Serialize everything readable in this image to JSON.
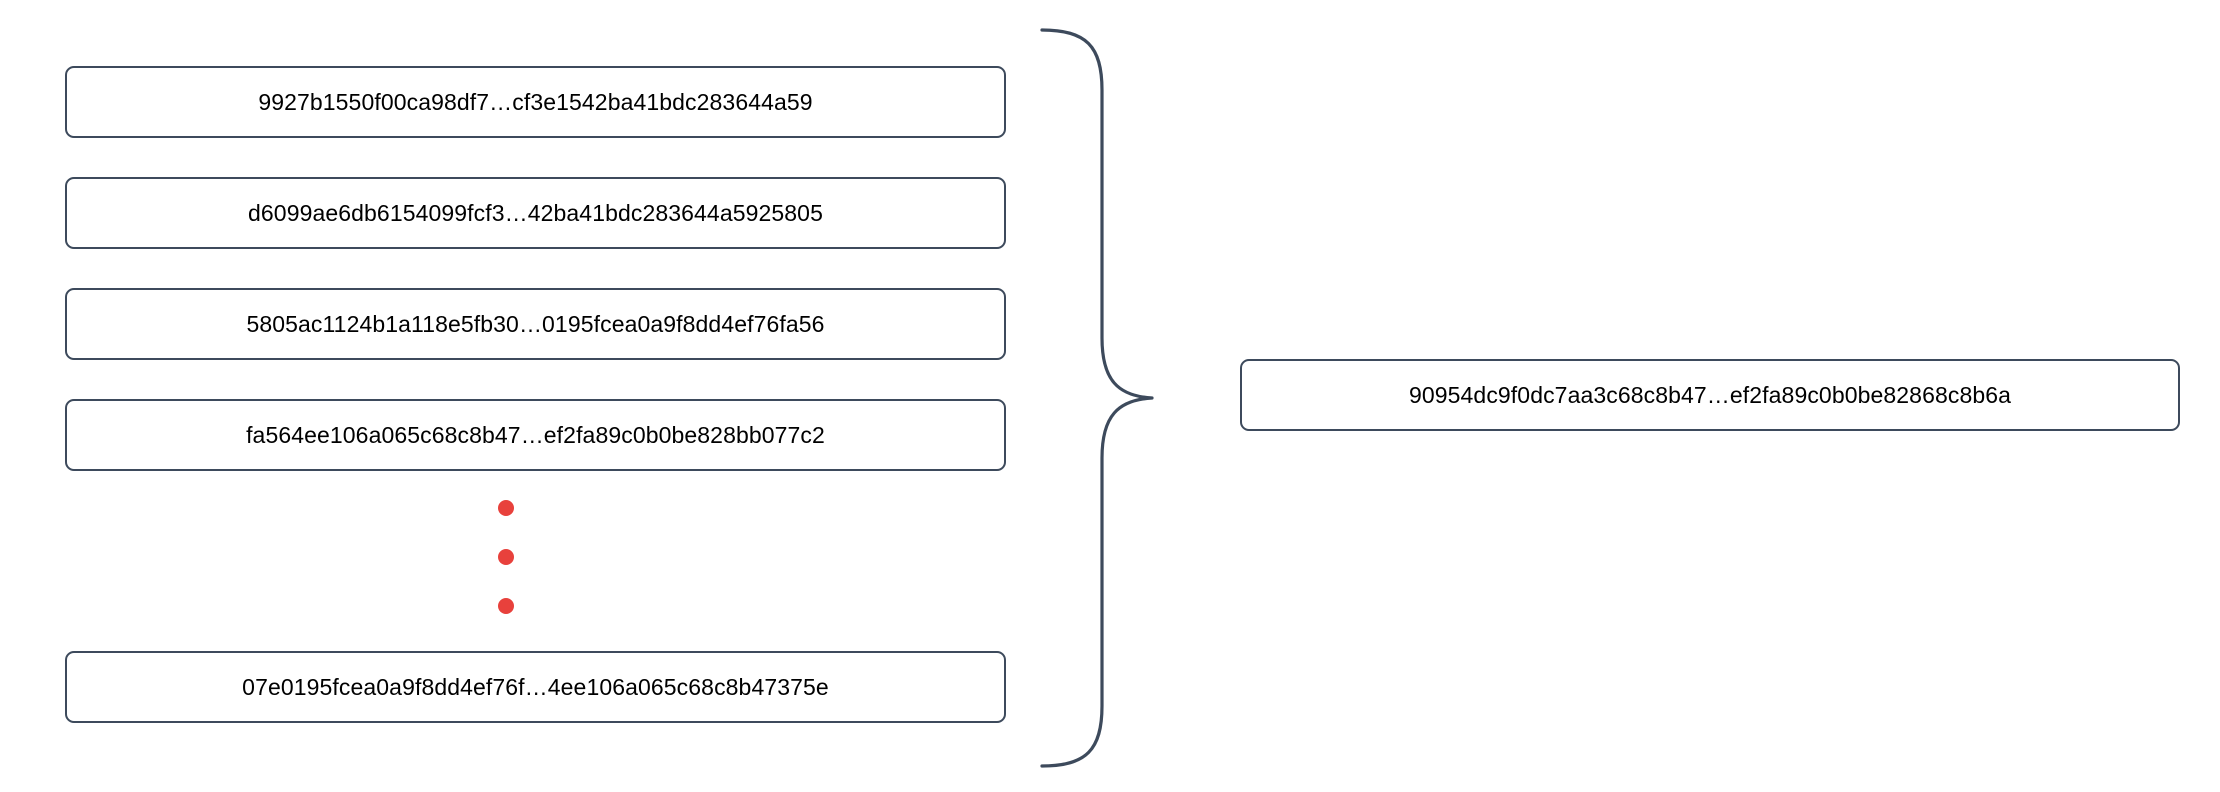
{
  "diagram": {
    "type": "many-to-one-aggregation",
    "brace_direction": "right",
    "colors": {
      "box_border": "#3d4a5c",
      "box_fill": "#ffffff",
      "text": "#000000",
      "ellipsis_dot": "#e8413c",
      "brace_stroke": "#3d4a5c"
    },
    "inputs": [
      {
        "label": "9927b1550f00ca98df7…cf3e1542ba41bdc283644a59"
      },
      {
        "label": "d6099ae6db6154099fcf3…42ba41bdc283644a5925805"
      },
      {
        "label": "5805ac1124b1a118e5fb30…0195fcea0a9f8dd4ef76fa56"
      },
      {
        "label": "fa564ee106a065c68c8b47…ef2fa89c0b0be828bb077c2"
      },
      {
        "label": "07e0195fcea0a9f8dd4ef76f…4ee106a065c68c8b47375e"
      }
    ],
    "ellipsis": {
      "name": "vertical-ellipsis",
      "dot_count": 3
    },
    "output": {
      "label": "90954dc9f0dc7aa3c68c8b47…ef2fa89c0b0be82868c8b6a"
    }
  }
}
